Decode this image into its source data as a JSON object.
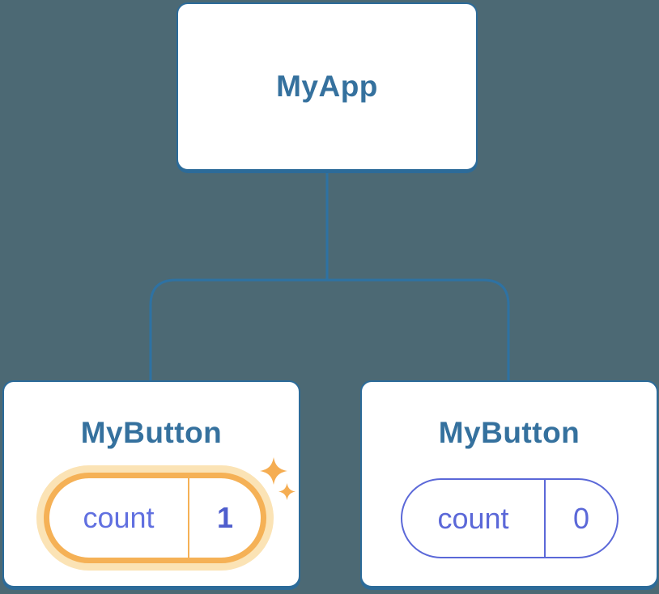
{
  "colors": {
    "background": "#4C6974",
    "connector": "#2E72A3",
    "card-border": "#2C6B99",
    "card-bg": "#FFFFFF",
    "title": "#35719E",
    "pill-purple": "#5B68D8",
    "label-purple": "#6170E0",
    "value-purple": "#4F5ECD",
    "highlight-orange": "#F5B156",
    "highlight-glow": "#FBE3B5",
    "sparkle": "#F5AD52"
  },
  "tree": {
    "root": {
      "title": "MyApp"
    },
    "children": [
      {
        "title": "MyButton",
        "state_label": "count",
        "state_value": "1",
        "highlighted": true
      },
      {
        "title": "MyButton",
        "state_label": "count",
        "state_value": "0",
        "highlighted": false
      }
    ]
  }
}
